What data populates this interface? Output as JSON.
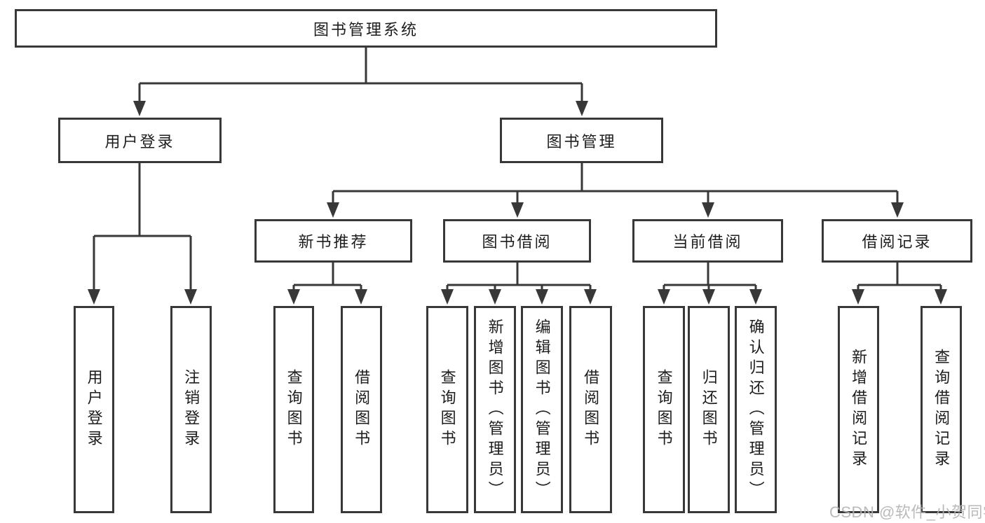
{
  "diagram": {
    "title": "图书管理系统",
    "root": {
      "label": "图书管理系统"
    },
    "level2": [
      {
        "id": "user-login",
        "label": "用户登录"
      },
      {
        "id": "book-management",
        "label": "图书管理"
      }
    ],
    "level3": [
      {
        "id": "new-book-recommend",
        "parent": "book-management",
        "label": "新书推荐"
      },
      {
        "id": "book-borrow",
        "parent": "book-management",
        "label": "图书借阅"
      },
      {
        "id": "current-borrow",
        "parent": "book-management",
        "label": "当前借阅"
      },
      {
        "id": "borrow-records",
        "parent": "book-management",
        "label": "借阅记录"
      }
    ],
    "leaves": [
      {
        "parent": "user-login",
        "label": "用户登录"
      },
      {
        "parent": "user-login",
        "label": "注销登录"
      },
      {
        "parent": "new-book-recommend",
        "label": "查询图书"
      },
      {
        "parent": "new-book-recommend",
        "label": "借阅图书"
      },
      {
        "parent": "book-borrow",
        "label": "查询图书"
      },
      {
        "parent": "book-borrow",
        "label": "新增图书（管理员）"
      },
      {
        "parent": "book-borrow",
        "label": "编辑图书（管理员）"
      },
      {
        "parent": "book-borrow",
        "label": "借阅图书"
      },
      {
        "parent": "current-borrow",
        "label": "查询图书"
      },
      {
        "parent": "current-borrow",
        "label": "归还图书"
      },
      {
        "parent": "current-borrow",
        "label": "确认归还（管理员）"
      },
      {
        "parent": "borrow-records",
        "label": "新增借阅记录"
      },
      {
        "parent": "borrow-records",
        "label": "查询借阅记录"
      }
    ],
    "watermark": "CSDN @软件_小贺同学",
    "colors": {
      "line": "#383838",
      "text": "#1d1d1d",
      "box_fill": "#ffffff",
      "watermark": "#b3b3b3",
      "background": "#ffffff"
    }
  }
}
